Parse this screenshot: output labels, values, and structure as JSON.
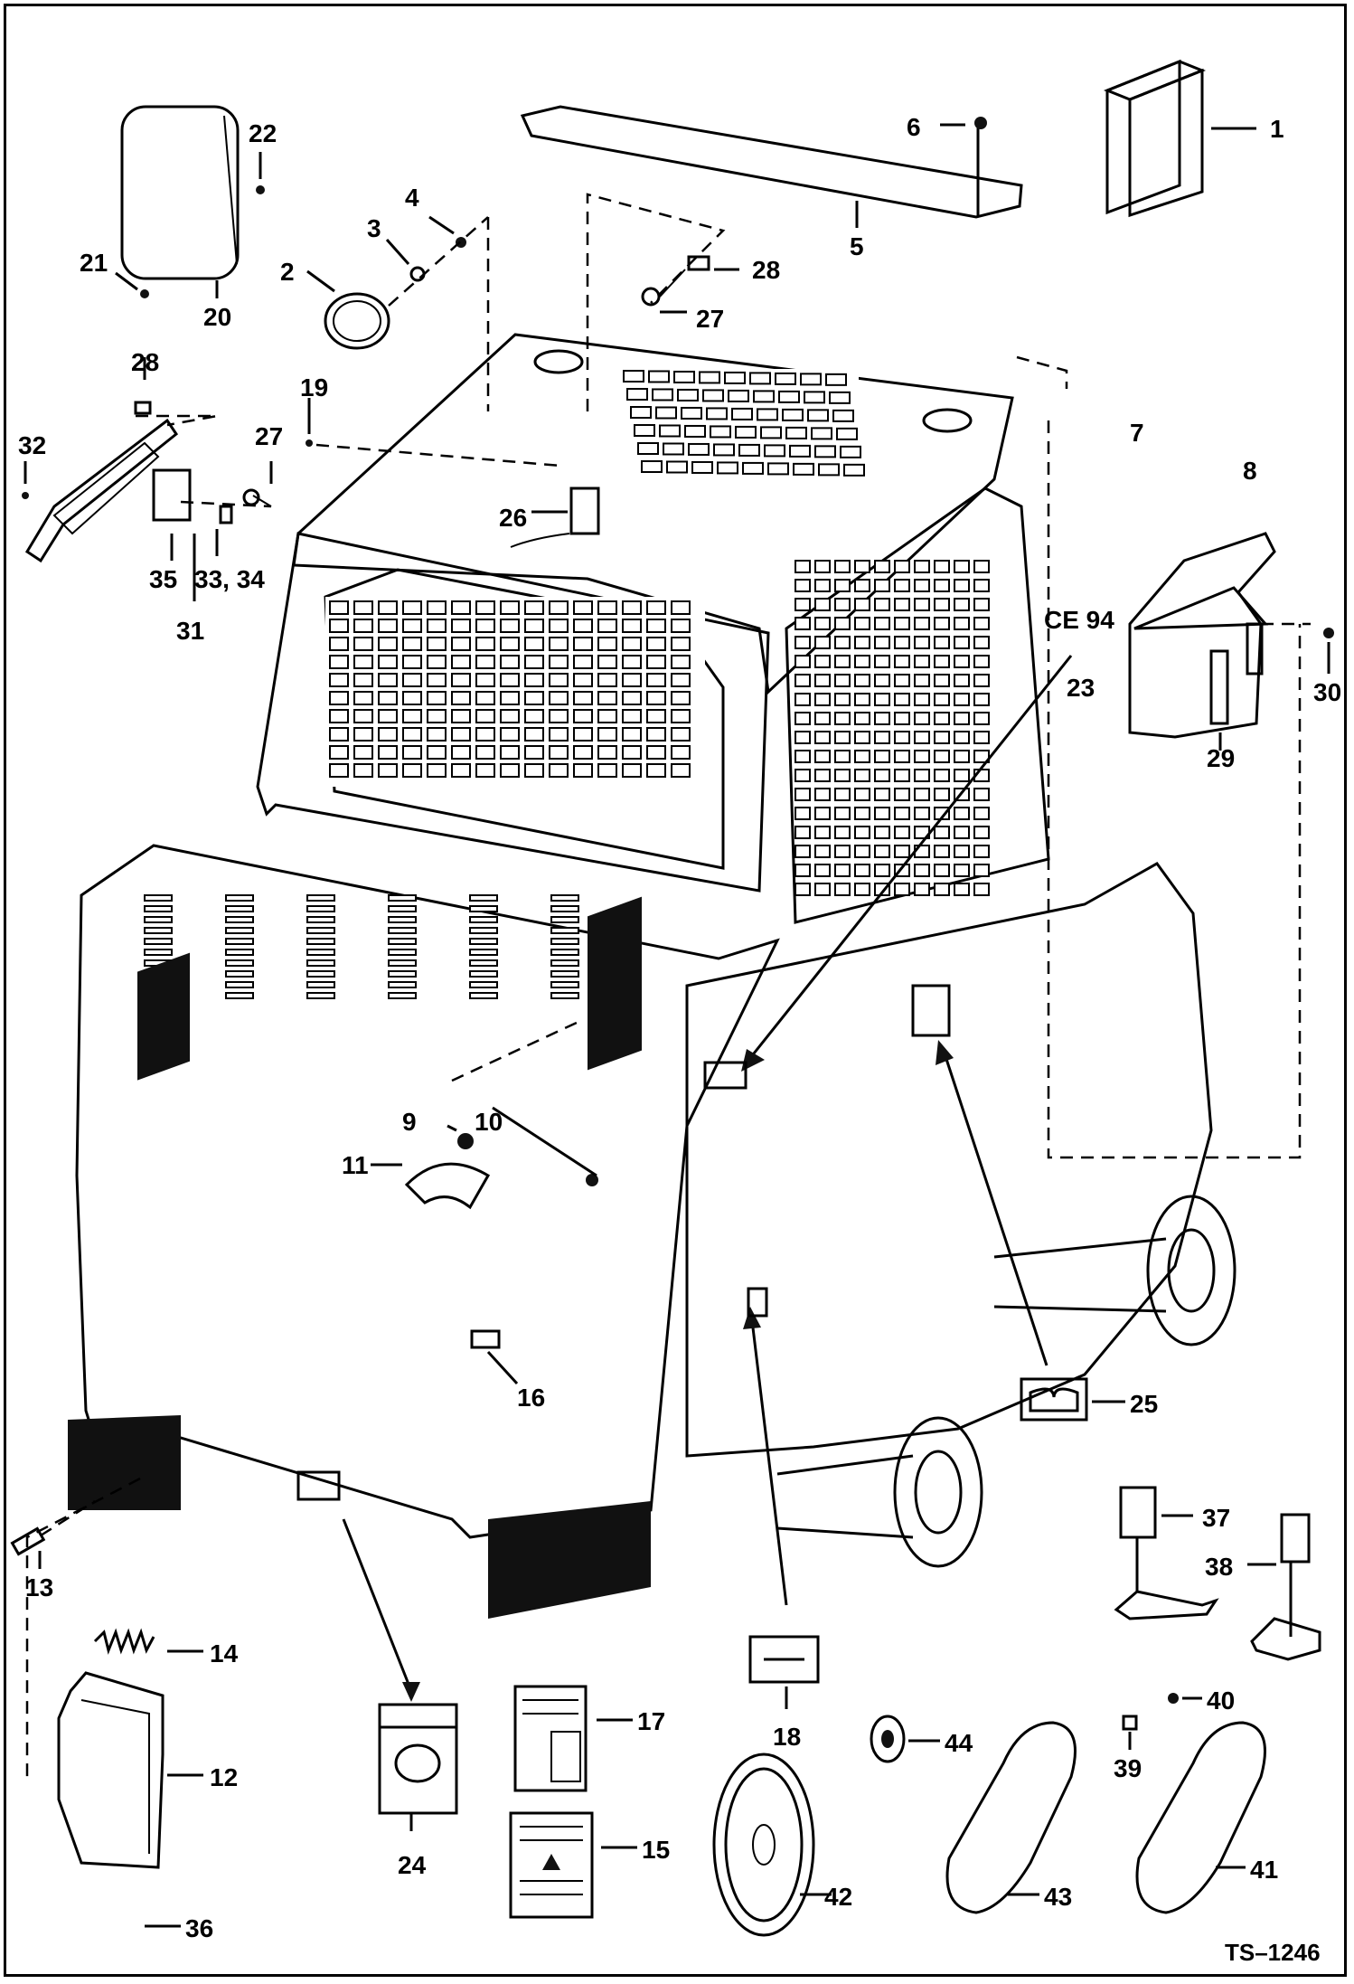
{
  "diagram": {
    "reference_code": "TS–1246",
    "ce_mark": "CE 94",
    "callouts": [
      {
        "id": "c1",
        "text": "1"
      },
      {
        "id": "c2",
        "text": "2"
      },
      {
        "id": "c3",
        "text": "3"
      },
      {
        "id": "c4",
        "text": "4"
      },
      {
        "id": "c5",
        "text": "5"
      },
      {
        "id": "c6",
        "text": "6"
      },
      {
        "id": "c7",
        "text": "7"
      },
      {
        "id": "c8",
        "text": "8"
      },
      {
        "id": "c9",
        "text": "9"
      },
      {
        "id": "c10",
        "text": "10"
      },
      {
        "id": "c11",
        "text": "11"
      },
      {
        "id": "c12",
        "text": "12"
      },
      {
        "id": "c13",
        "text": "13"
      },
      {
        "id": "c14",
        "text": "14"
      },
      {
        "id": "c15",
        "text": "15"
      },
      {
        "id": "c16",
        "text": "16"
      },
      {
        "id": "c17",
        "text": "17"
      },
      {
        "id": "c18",
        "text": "18"
      },
      {
        "id": "c19",
        "text": "19"
      },
      {
        "id": "c20",
        "text": "20"
      },
      {
        "id": "c21",
        "text": "21"
      },
      {
        "id": "c22",
        "text": "22"
      },
      {
        "id": "c23",
        "text": "23"
      },
      {
        "id": "c24",
        "text": "24"
      },
      {
        "id": "c25",
        "text": "25"
      },
      {
        "id": "c26",
        "text": "26"
      },
      {
        "id": "c27a",
        "text": "27"
      },
      {
        "id": "c27b",
        "text": "27"
      },
      {
        "id": "c28a",
        "text": "28"
      },
      {
        "id": "c28b",
        "text": "28"
      },
      {
        "id": "c29",
        "text": "29"
      },
      {
        "id": "c30",
        "text": "30"
      },
      {
        "id": "c31",
        "text": "31"
      },
      {
        "id": "c32",
        "text": "32"
      },
      {
        "id": "c3334",
        "text": "33, 34"
      },
      {
        "id": "c35",
        "text": "35"
      },
      {
        "id": "c36",
        "text": "36"
      },
      {
        "id": "c37",
        "text": "37"
      },
      {
        "id": "c38",
        "text": "38"
      },
      {
        "id": "c39",
        "text": "39"
      },
      {
        "id": "c40",
        "text": "40"
      },
      {
        "id": "c41",
        "text": "41"
      },
      {
        "id": "c42",
        "text": "42"
      },
      {
        "id": "c43",
        "text": "43"
      },
      {
        "id": "c44",
        "text": "44"
      }
    ]
  }
}
